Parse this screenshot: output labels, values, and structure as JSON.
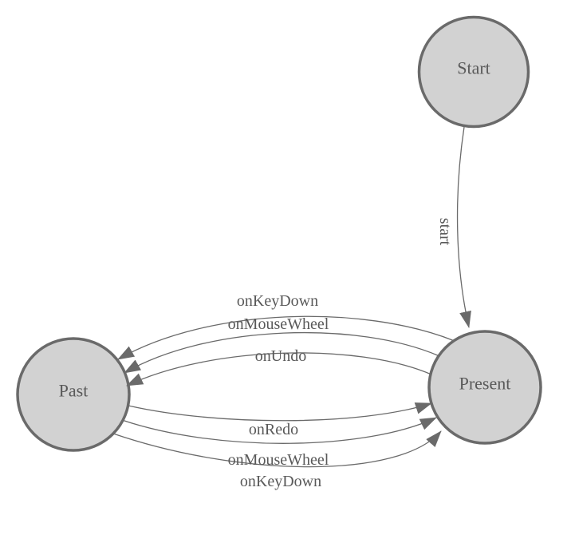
{
  "diagram": {
    "type": "state-machine",
    "background": "#ffffff",
    "node_fill": "#d2d2d2",
    "node_stroke": "#6a6a6a",
    "edge_color": "#6a6a6a",
    "label_color": "#595959",
    "nodes": [
      {
        "id": "start",
        "label": "Start"
      },
      {
        "id": "present",
        "label": "Present"
      },
      {
        "id": "past",
        "label": "Past"
      }
    ],
    "edges": [
      {
        "from": "Start",
        "to": "Present",
        "label": "start"
      },
      {
        "from": "Present",
        "to": "Past",
        "label": "onKeyDown"
      },
      {
        "from": "Present",
        "to": "Past",
        "label": "onMouseWheel"
      },
      {
        "from": "Present",
        "to": "Past",
        "label": "onUndo"
      },
      {
        "from": "Past",
        "to": "Present",
        "label": "onRedo"
      },
      {
        "from": "Past",
        "to": "Present",
        "label": "onMouseWheel"
      },
      {
        "from": "Past",
        "to": "Present",
        "label": "onKeyDown"
      }
    ]
  }
}
